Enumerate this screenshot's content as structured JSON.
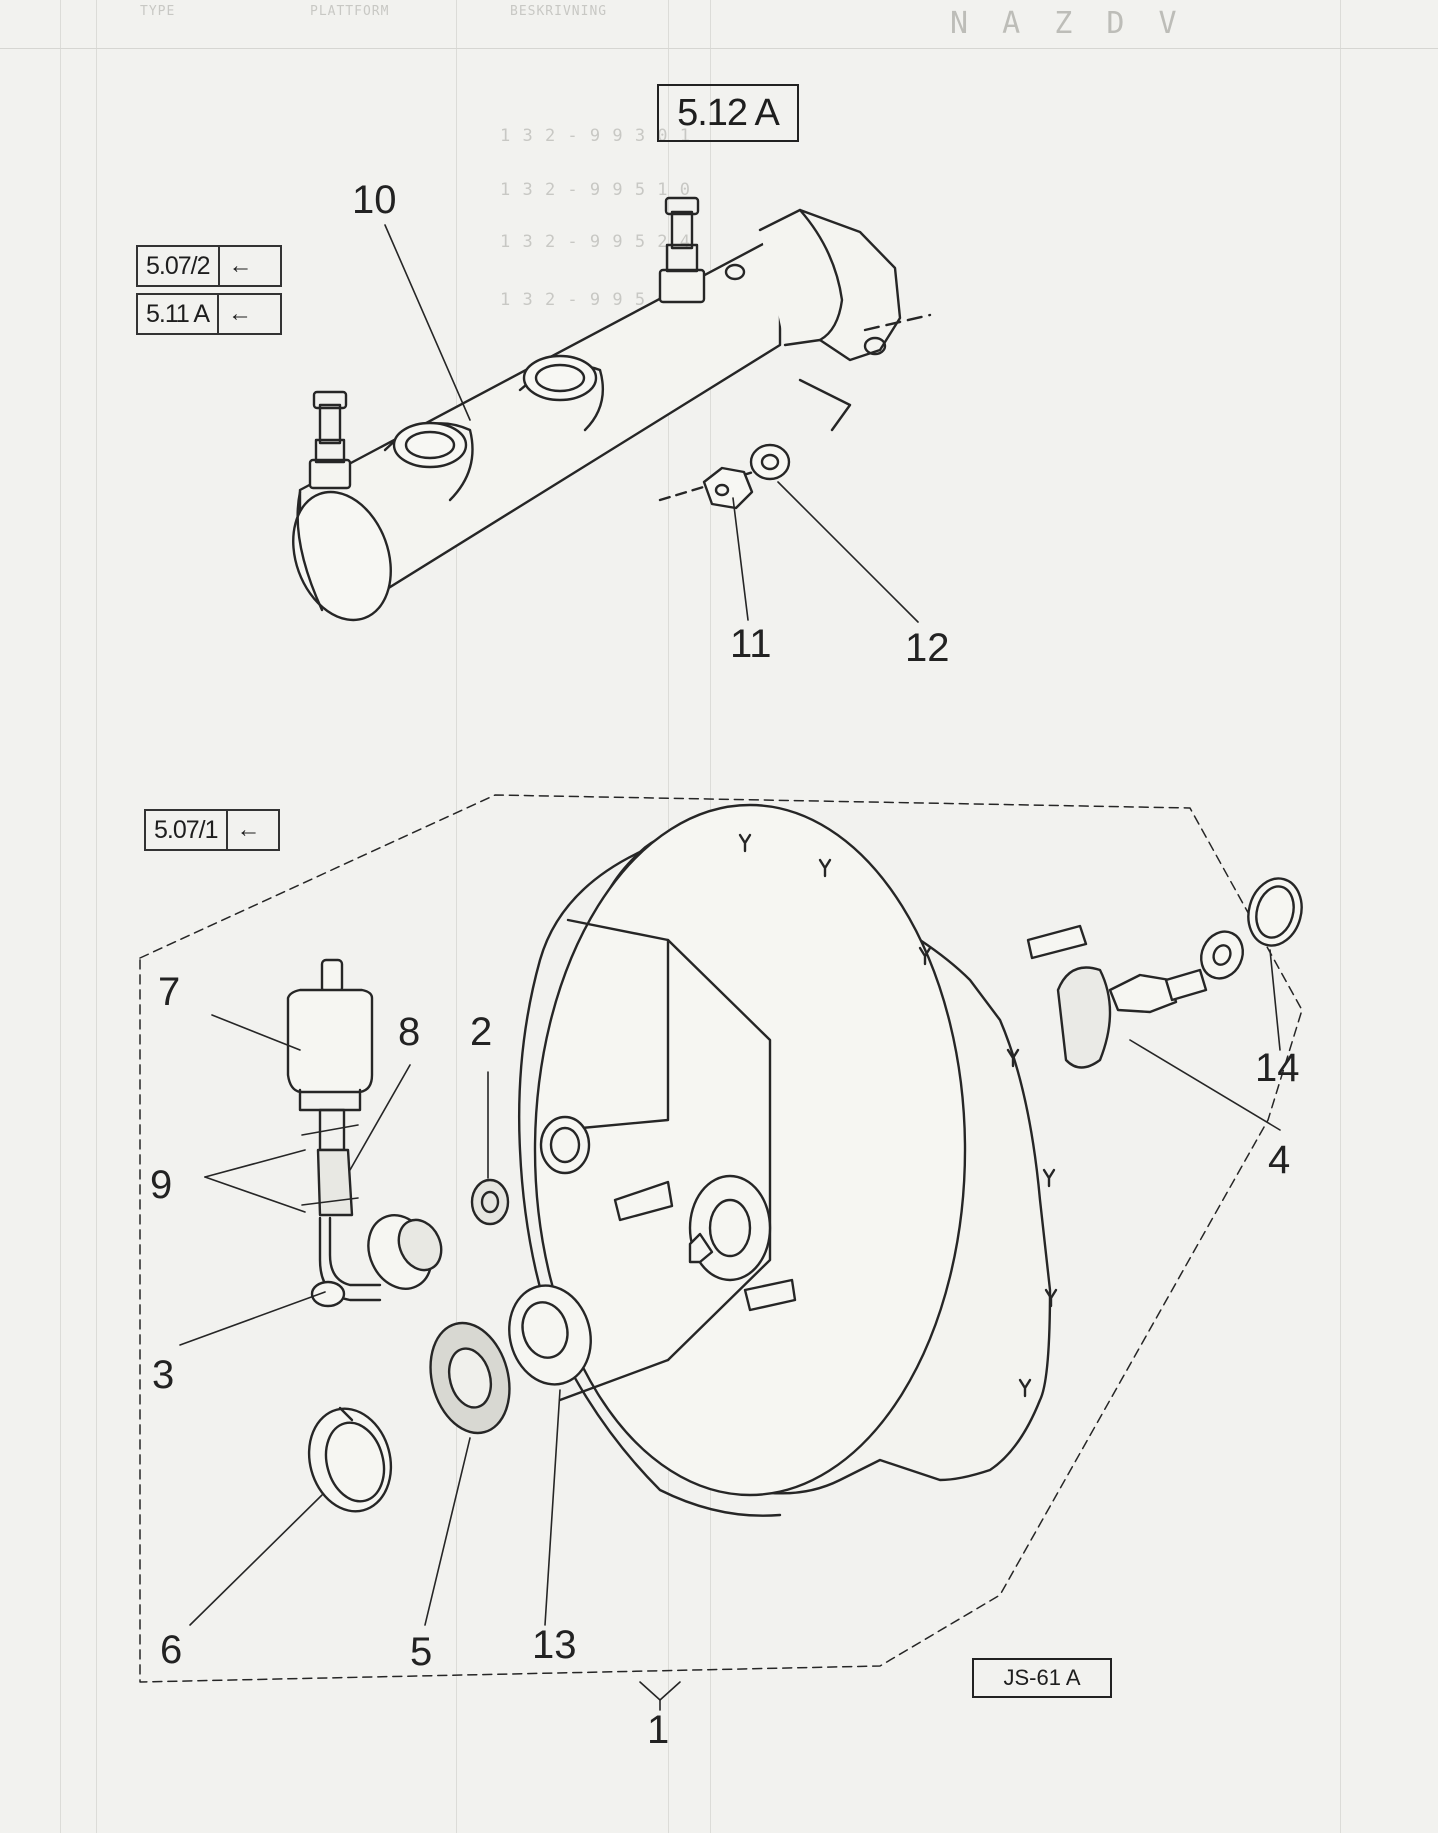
{
  "sheet_label": "5.12 A",
  "drawing_code": "JS-61 A",
  "references": [
    {
      "label": "5.07/2",
      "arrow": "←"
    },
    {
      "label": "5.11 A",
      "arrow": "←"
    },
    {
      "label": "5.07/1",
      "arrow": "←"
    }
  ],
  "callouts": [
    "10",
    "11",
    "12",
    "7",
    "8",
    "2",
    "9",
    "3",
    "6",
    "5",
    "13",
    "14",
    "4",
    "1"
  ],
  "show_through": {
    "header": [
      "TYPE",
      "PLATTFORM",
      "BESKRIVNING"
    ],
    "title": "N A Z D V",
    "part_numbers": [
      "1 3 2 - 9 9 3 0 1",
      "1 3 2 - 9 9 5 1 0",
      "1 3 2 - 9 9 5 2 4",
      "1 3 2 - 9 9 5 0 3"
    ]
  }
}
